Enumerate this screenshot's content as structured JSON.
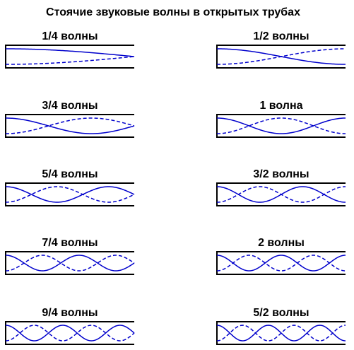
{
  "title": "Стоячие звуковые волны в открытых трубах",
  "colors": {
    "text": "#000000",
    "tube_outline": "#000000",
    "wave": "#0000cc"
  },
  "tubes": [
    {
      "label": "1/4 волны",
      "quarter_waves": 1
    },
    {
      "label": "1/2 волны",
      "quarter_waves": 2
    },
    {
      "label": "3/4 волны",
      "quarter_waves": 3
    },
    {
      "label": "1 волна",
      "quarter_waves": 4
    },
    {
      "label": "5/4 волны",
      "quarter_waves": 5
    },
    {
      "label": "3/2 волны",
      "quarter_waves": 6
    },
    {
      "label": "7/4 волны",
      "quarter_waves": 7
    },
    {
      "label": "2 волны",
      "quarter_waves": 8
    },
    {
      "label": "9/4 волны",
      "quarter_waves": 9
    },
    {
      "label": "5/2 волны",
      "quarter_waves": 10
    }
  ]
}
